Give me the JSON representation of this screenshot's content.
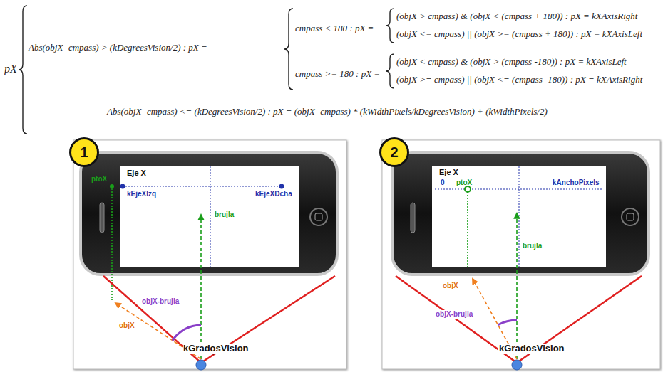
{
  "diagram": {
    "nodes": [
      {
        "text": [
          "1"
        ]
      },
      {
        "text": [
          "2"
        ]
      }
    ],
    "labels": [
      "pX",
      "Abs(objX -cmpass) > (kDegreesVision/2) : pX =",
      "cmpass < 180 : pX =",
      "(objX > cmpass) & (objX < (cmpass + 180)) : pX = kXAxisRight",
      "(objX <= cmpass) || (objX >= (cmpass + 180)) : pX = kXAxisLeft",
      "cmpass >= 180 : pX =",
      "(objX < cmpass) & (objX > (cmpass -180)) : pX = kXAxisLeft",
      "(objX >= cmpass) || (objX <= (cmpass -180)) : pX = kXAxisRight",
      "Abs(objX -cmpass) <= (kDegreesVision/2) : pX = (objX -cmpass) * (kWidthPixels/kDegreesVision) + (kWidthPixels/2)",
      "Eje X",
      "ptoX",
      "kEjeXIzq",
      "kEjeXDcha",
      "brujla",
      "objX",
      "objX-brujla",
      "kGradosVision",
      "Eje X",
      "0",
      "ptoX",
      "kAnchoPixels",
      "objX",
      "brujla",
      "objX-brujla",
      "kGradosVision"
    ]
  }
}
